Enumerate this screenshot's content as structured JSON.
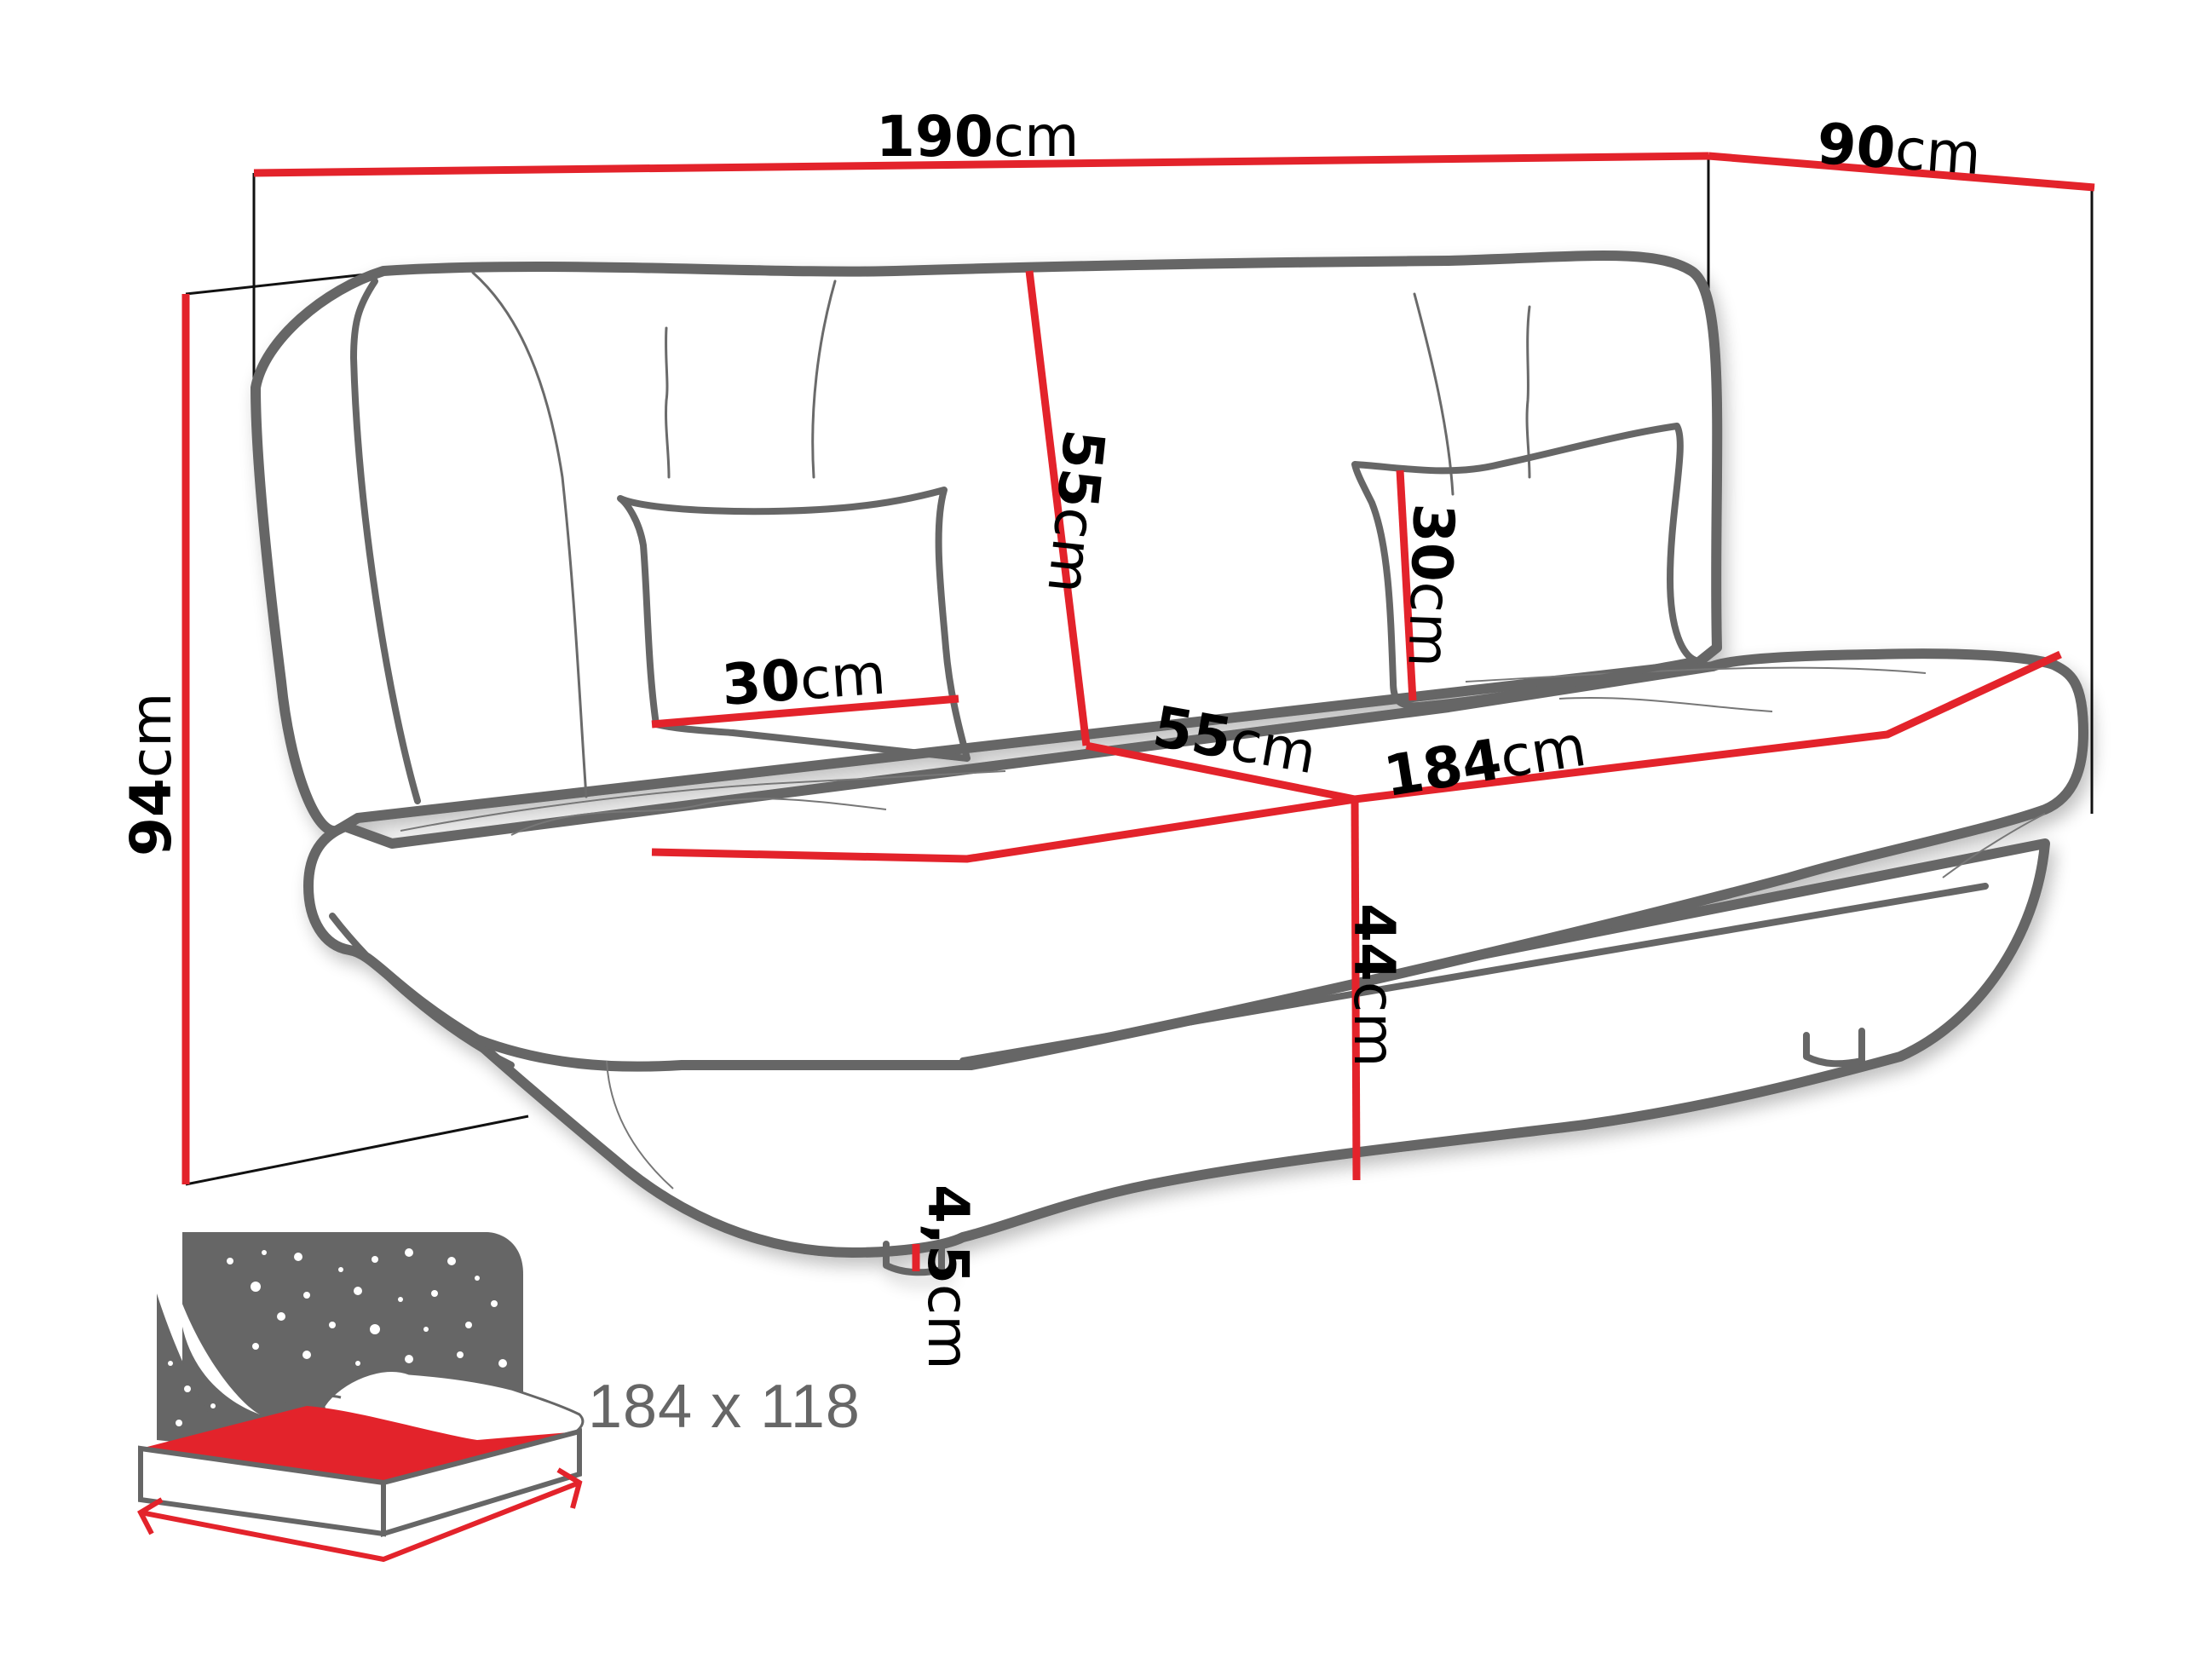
{
  "diagram": {
    "subject": "sofa bed dimension drawing",
    "colors": {
      "outline": "#666666",
      "dimension_line": "#e3232b",
      "extension_line": "#111111",
      "label_text": "#000000",
      "bed_icon_gray": "#666666",
      "bed_icon_red": "#e3232b"
    },
    "dimensions": {
      "total_width": {
        "value": "190",
        "unit": "cm"
      },
      "total_depth": {
        "value": "90",
        "unit": "cm"
      },
      "total_height": {
        "value": "94",
        "unit": "cm"
      },
      "backrest_height": {
        "value": "55",
        "unit": "cm"
      },
      "seat_depth": {
        "value": "55",
        "unit": "cm"
      },
      "seat_width": {
        "value": "184",
        "unit": "cm"
      },
      "seat_height": {
        "value": "44",
        "unit": "cm"
      },
      "leg_height": {
        "value": "4,5",
        "unit": "cm"
      },
      "pillow_width": {
        "value": "30",
        "unit": "cm"
      },
      "pillow_height": {
        "value": "30",
        "unit": "cm"
      }
    },
    "sleeping_area": {
      "icon": "bed-icon",
      "label": "184 x 118"
    }
  }
}
